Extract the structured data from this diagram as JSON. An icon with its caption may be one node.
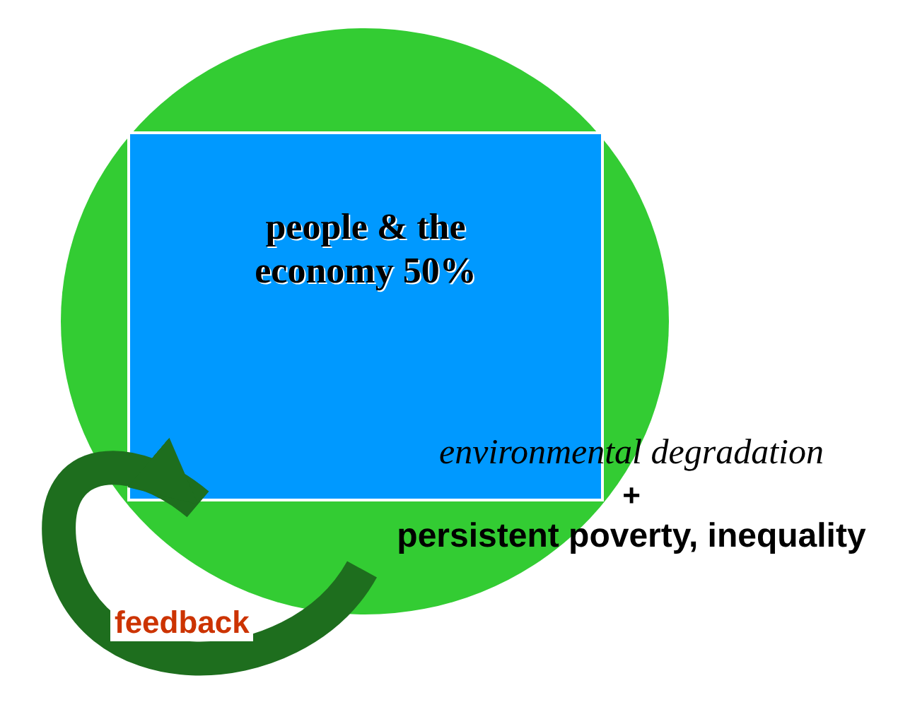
{
  "diagram": {
    "nodes": [
      {
        "text": [],
        "shape": "circle"
      },
      {
        "text": [
          "people & the economy 50%"
        ],
        "in": 0
      },
      {
        "text": [
          "environmental degradation",
          "+",
          "persistent poverty, inequality"
        ]
      }
    ],
    "edges": [
      {
        "from": 2,
        "to": 1,
        "arrow": "to",
        "label": "feedback",
        "color": "#1e6e1e"
      }
    ]
  }
}
